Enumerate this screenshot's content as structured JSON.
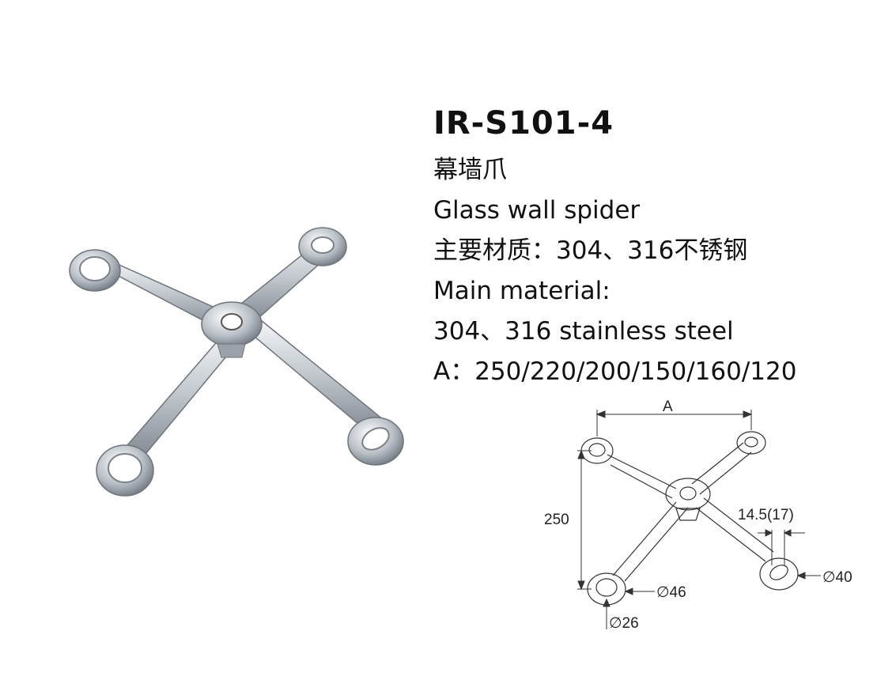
{
  "product": {
    "model": "IR-S101-4",
    "name_cn": "幕墙爪",
    "name_en": "Glass wall spider",
    "material_cn": "主要材质：304、316不锈钢",
    "material_en_label": "Main material:",
    "material_en_value": "304、316 stainless steel",
    "size_a": "A：250/220/200/150/160/120"
  },
  "drawing": {
    "dim_a": "A",
    "dim_height": "250",
    "dim_slot": "14.5(17)",
    "dim_outer": "∅46",
    "dim_hole": "∅26",
    "dim_disc": "∅40"
  },
  "colors": {
    "metal_light": "#eef1f4",
    "metal_mid": "#b9bfc6",
    "metal_dark": "#7d848c",
    "line": "#333333"
  }
}
